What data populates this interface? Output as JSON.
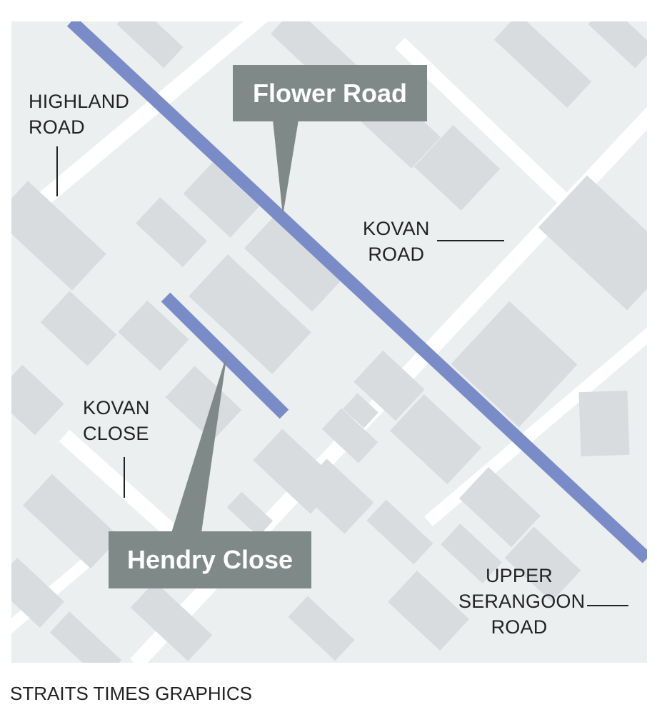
{
  "map": {
    "highlighted_roads": [
      {
        "name": "Flower Road",
        "color": "#7a8cc8"
      },
      {
        "name": "Hendry Close",
        "color": "#7a8cc8"
      }
    ],
    "callouts": {
      "flower_road": "Flower Road",
      "hendry_close": "Hendry Close"
    },
    "labels": {
      "highland_road": [
        "HIGHLAND",
        "ROAD"
      ],
      "kovan_road": [
        "KOVAN",
        "ROAD"
      ],
      "kovan_close": [
        "KOVAN",
        "CLOSE"
      ],
      "upper_serangoon_road": [
        "UPPER",
        "SERANGOON",
        "ROAD"
      ]
    },
    "colors": {
      "background": "#eceff0",
      "building": "#d8dcde",
      "road": "#ffffff",
      "callout": "#7f8a88"
    }
  },
  "credit": "STRAITS TIMES GRAPHICS"
}
